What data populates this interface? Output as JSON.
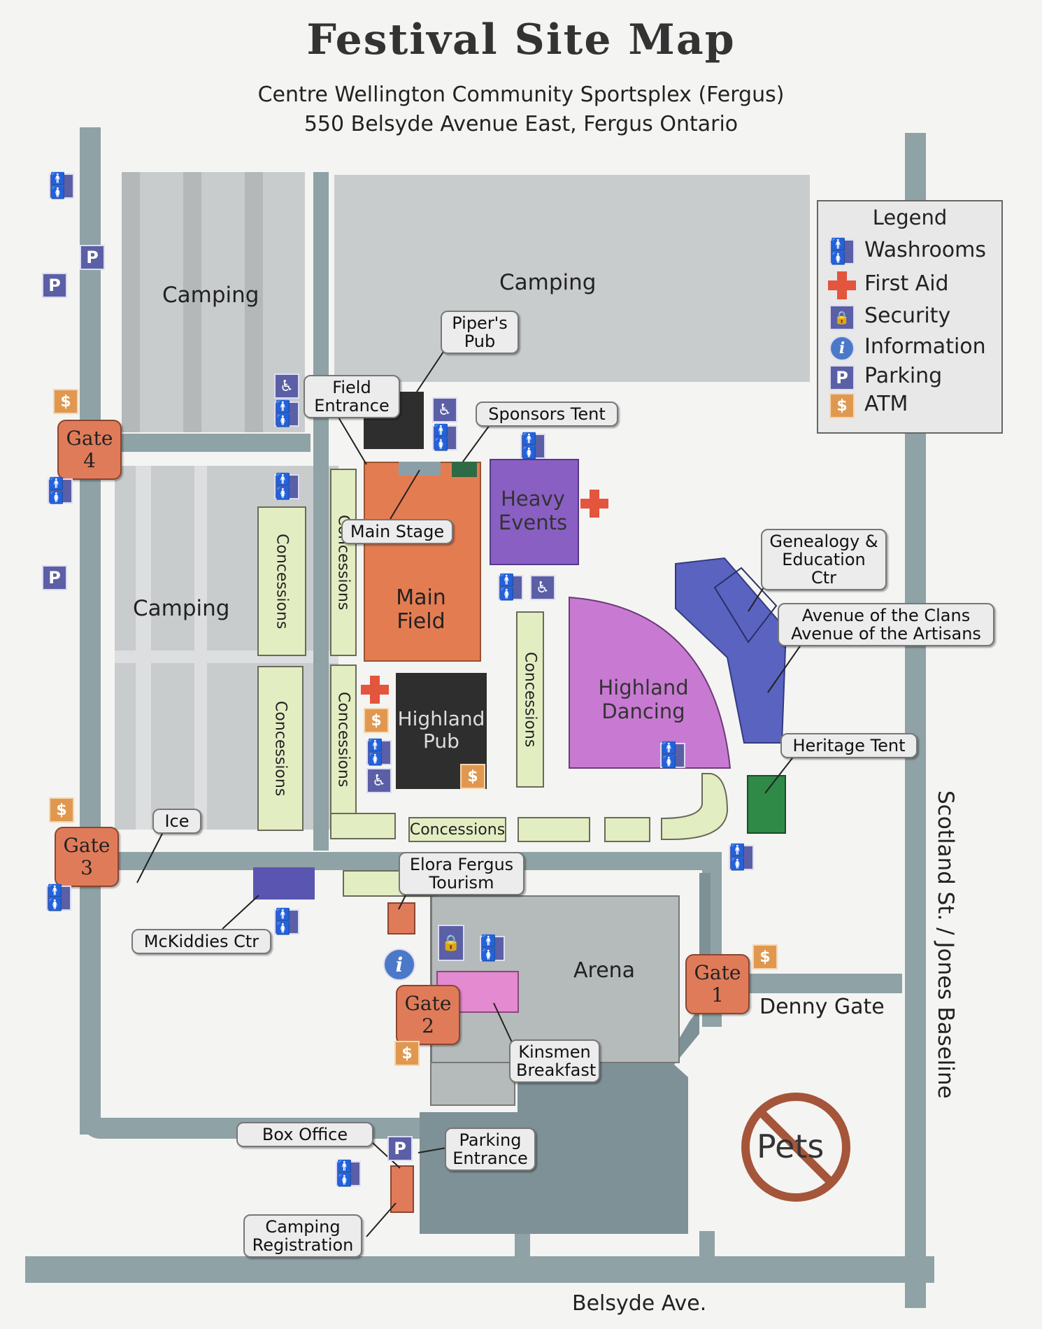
{
  "title": "Festival Site Map",
  "subtitle_line1": "Centre Wellington Community Sportsplex (Fergus)",
  "subtitle_line2": "550 Belsyde Avenue East, Fergus Ontario",
  "legend": {
    "heading": "Legend",
    "items": [
      {
        "label": "Washrooms",
        "icon": "washroom-icon"
      },
      {
        "label": "First Aid",
        "icon": "first-aid-icon"
      },
      {
        "label": "Security",
        "icon": "lock-icon"
      },
      {
        "label": "Information",
        "icon": "info-icon"
      },
      {
        "label": "Parking",
        "icon": "parking-icon"
      },
      {
        "label": "ATM",
        "icon": "atm-icon"
      }
    ]
  },
  "areas": {
    "camping": "Camping",
    "main_field": "Main Field",
    "heavy_events": "Heavy Events",
    "highland_pub": "Highland Pub",
    "highland_dancing": "Highland Dancing",
    "arena": "Arena",
    "concessions": "Concessions"
  },
  "callouts": {
    "pipers_pub": "Piper's Pub",
    "field_entrance": "Field Entrance",
    "sponsors_tent": "Sponsors Tent",
    "main_stage": "Main Stage",
    "genealogy": "Genealogy & Education Ctr",
    "clans": "Avenue of the Clans Avenue of the Artisans",
    "heritage_tent": "Heritage Tent",
    "ice": "Ice",
    "elora_tourism": "Elora Fergus Tourism",
    "mckiddies": "McKiddies Ctr",
    "kinsmen": "Kinsmen Breakfast",
    "box_office": "Box Office",
    "parking_entrance": "Parking Entrance",
    "camping_registration": "Camping Registration"
  },
  "gates": {
    "g1": "Gate 1",
    "g2": "Gate 2",
    "g3": "Gate 3",
    "g4": "Gate 4"
  },
  "streets": {
    "denny_gate": "Denny Gate",
    "scotland": "Scotland St. / Jones Baseline",
    "belsyde": "Belsyde Ave."
  },
  "pets_sign": "Pets",
  "icon_glyphs": {
    "washroom": "🚹🚺",
    "parking": "P",
    "atm": "$",
    "info": "i",
    "security": "🔒",
    "accessible": "♿"
  },
  "colors": {
    "road": "#8fa2a5",
    "camping": "#c9cccd",
    "main_field": "#e47c52",
    "heavy_events": "#8a5fc4",
    "highland_dancing": "#c87ad2",
    "clans_avenue": "#5a63c0",
    "highland_pub": "#2e2e2e",
    "heritage_tent": "#2f8a47",
    "concessions": "#e3edc2",
    "gate": "#e07b5a",
    "kinsmen": "#e48ad0",
    "parking_lot": "#7d9196",
    "no_pets": "#a5553a"
  }
}
